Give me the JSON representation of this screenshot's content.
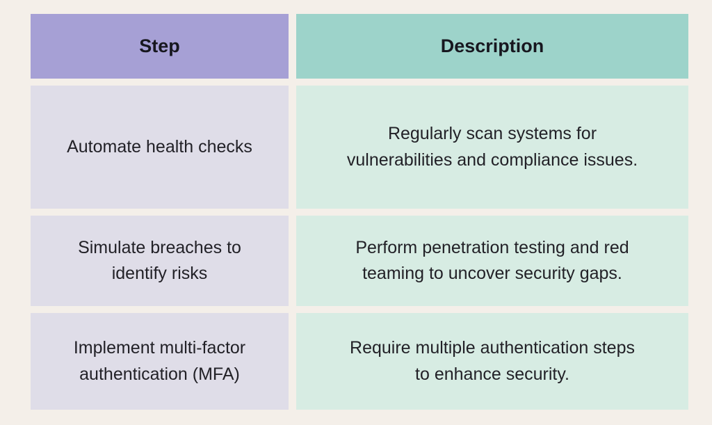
{
  "page": {
    "background": "#f4efe9",
    "text_color": "#222127"
  },
  "table": {
    "columns": [
      {
        "id": "step",
        "label": "Step",
        "header_bg": "#a6a0d5",
        "cell_bg": "#dfdde8"
      },
      {
        "id": "description",
        "label": "Description",
        "header_bg": "#9dd3ca",
        "cell_bg": "#d7ece3"
      }
    ],
    "rows": [
      {
        "step": "Automate health checks",
        "description": "Regularly scan systems for\nvulnerabilities and compliance issues."
      },
      {
        "step": "Simulate breaches to\nidentify risks",
        "description": "Perform penetration testing and red\nteaming to uncover security gaps."
      },
      {
        "step": "Implement multi-factor\nauthentication (MFA)",
        "description": "Require multiple authentication steps\nto enhance security."
      }
    ]
  }
}
